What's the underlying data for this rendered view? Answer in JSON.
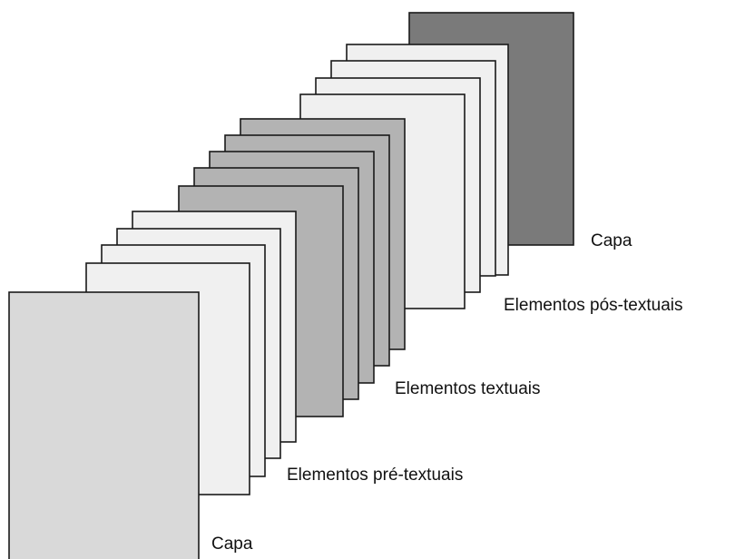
{
  "diagram": {
    "labels": {
      "front_cover": "Capa",
      "pre_textual": "Elementos pré-textuais",
      "textual": "Elementos textuais",
      "post_textual": "Elementos pós-textuais",
      "back_cover": "Capa"
    },
    "colors": {
      "front_cover": "#d9d9d9",
      "pre_textual": "#f0f0f0",
      "textual": "#b3b3b3",
      "post_textual": "#f0f0f0",
      "back_cover": "#7a7a7a",
      "outline": "#1a1a1a"
    }
  }
}
